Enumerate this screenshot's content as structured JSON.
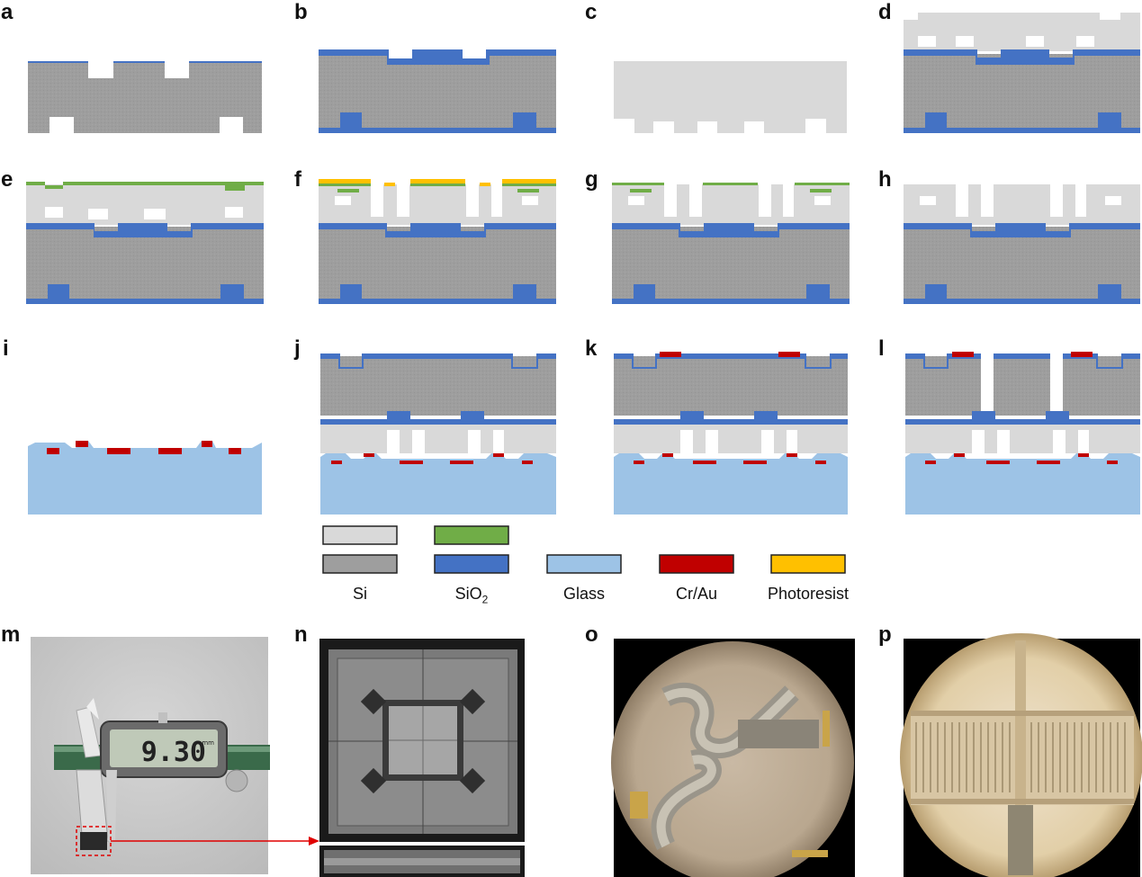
{
  "panel_labels": [
    "a",
    "b",
    "c",
    "d",
    "e",
    "f",
    "g",
    "h",
    "i",
    "j",
    "k",
    "l",
    "m",
    "n",
    "o",
    "p"
  ],
  "legend": {
    "si": "Si",
    "sio2_base": "SiO",
    "sio2_sub": "2",
    "glass": "Glass",
    "crau": "Cr/Au",
    "photoresist": "Photoresist"
  },
  "caliper": {
    "reading": "9.30",
    "unit": "mm"
  },
  "colors": {
    "si_light": "#d9d9d9",
    "si_dark": "#9e9e9e",
    "sio2": "#4472c4",
    "glass": "#9dc3e6",
    "crau": "#c00000",
    "photoresist": "#ffc000",
    "green_layer": "#70ad47",
    "arrow": "#e00000"
  }
}
